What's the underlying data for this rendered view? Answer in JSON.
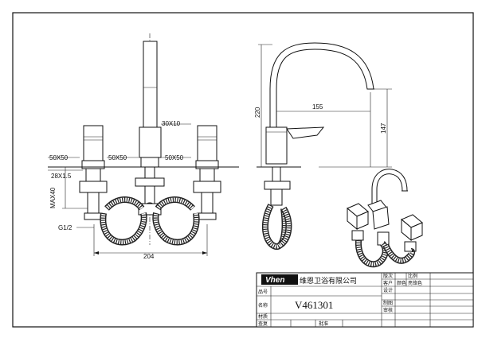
{
  "drawing": {
    "dimensions": {
      "d_30x10": "30X10",
      "d_50x50_a": "50X50",
      "d_50x50_b": "50X50",
      "d_50x50_c": "50X50",
      "d_28x15": "28X1.5",
      "d_max40": "MAX40",
      "d_g12": "G1/2",
      "d_204": "204",
      "d_220": "220",
      "d_155": "155",
      "d_147": "147"
    }
  },
  "title_block": {
    "logo": "Vhen",
    "company": "维恩卫浴有限公司",
    "model": "V461301",
    "labels": {
      "version": "版次",
      "scale": "比例",
      "customer": "客户",
      "colour": "颜色",
      "colour_value": "亮铬色",
      "design": "设计",
      "item_no": "品号",
      "drawing": "制图",
      "name": "名称",
      "check": "审核",
      "material": "材质",
      "review": "查复",
      "approve": "批准"
    }
  }
}
